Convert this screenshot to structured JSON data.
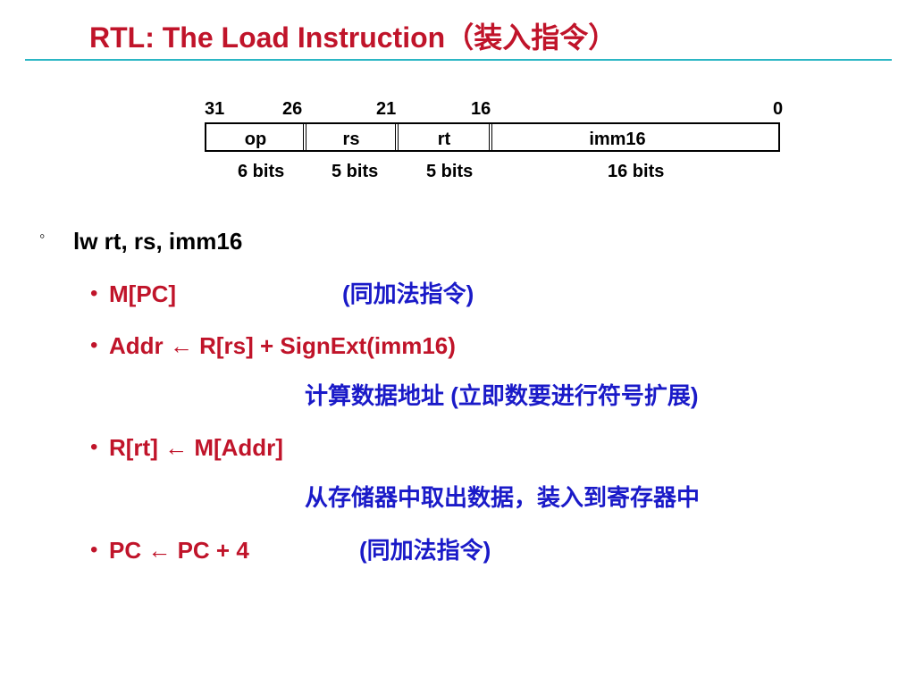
{
  "slide": {
    "title": "RTL: The Load Instruction（装入指令）",
    "format": {
      "bit_positions": [
        "31",
        "26",
        "21",
        "16",
        "0"
      ],
      "fields": [
        "op",
        "rs",
        "rt",
        "imm16"
      ],
      "widths": [
        "6 bits",
        "5 bits",
        "5 bits",
        "16 bits"
      ]
    },
    "bullet_marker": "◦",
    "instruction": "lw   rt, rs, imm16",
    "steps": [
      {
        "marker": "•",
        "rtl": "M[PC]",
        "note": "(同加法指令)"
      },
      {
        "marker": "•",
        "rtl": "Addr ← R[rs] + SignExt(imm16)",
        "note": "计算数据地址 (立即数要进行符号扩展)"
      },
      {
        "marker": "•",
        "rtl": "R[rt] ← M[Addr]",
        "note": "从存储器中取出数据，装入到寄存器中"
      },
      {
        "marker": "•",
        "rtl": "PC ← PC + 4",
        "note": "(同加法指令)"
      }
    ],
    "colors": {
      "title": "#c0142a",
      "rule": "#2bb6c4",
      "rtl_text": "#c0142a",
      "note_text": "#1a1ac8"
    }
  }
}
